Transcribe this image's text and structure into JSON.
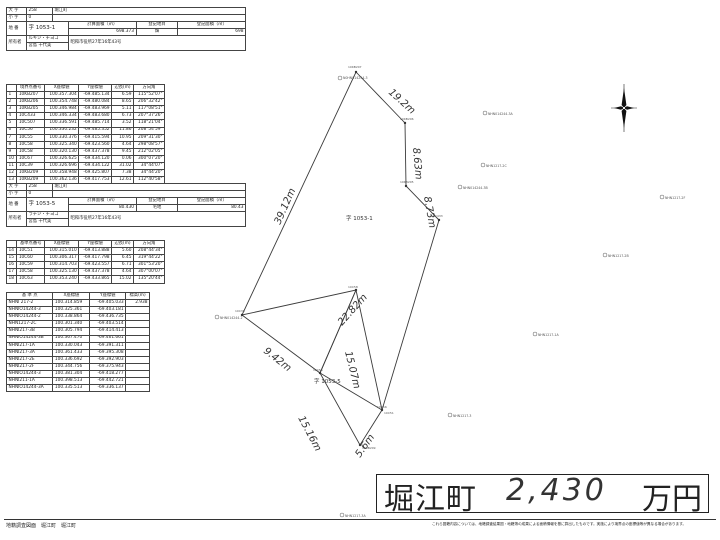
{
  "parcel1": {
    "oaza": {
      "label": "大 字",
      "code": "258",
      "name": "堀江町"
    },
    "koaza": {
      "label": "小 字",
      "code": "0"
    },
    "chiban_label": "地 番",
    "chiban": "字 1053-1",
    "area_label": "計算面積（㎡）",
    "area": "698.373",
    "chimoku_label": "登記地目",
    "chimoku": "畑",
    "reg_area_label": "登記面積（㎡）",
    "reg_area": "698",
    "kana": "ルキジ・チヨコ",
    "owner_label": "所有者",
    "owner": "宮島  千代美",
    "note": "昭和市役所27年16年43号",
    "headers": [
      "",
      "境界点番号",
      "X座標値",
      "Y座標値",
      "辺長(m)",
      "方向角"
    ],
    "rows": [
      [
        "1",
        "10KB207",
        "100.357.304",
        "-69.485.134",
        "6.59",
        "115°52'07\""
      ],
      [
        "2",
        "10KB206",
        "100.354.748",
        "-69.480.084",
        "8.65",
        "206°32'42\""
      ],
      [
        "3",
        "10KB205",
        "100.346.984",
        "-69.483.969",
        "5.11",
        "117°08'51\""
      ],
      [
        "4",
        "10C433",
        "100.346.334",
        "-69.483.680",
        "6.73",
        "207°37'26\""
      ],
      [
        "5",
        "10C507",
        "100.336.591",
        "-69.485.714",
        "3.52",
        "118°21'04\""
      ],
      [
        "6",
        "10C56",
        "100.330.232",
        "-69.485.352",
        "11.86",
        "208°54'59\""
      ],
      [
        "7",
        "10C55",
        "100.330.376",
        "-69.415.594",
        "10.95",
        "209°31'30\""
      ],
      [
        "8",
        "10C58",
        "100.325.340",
        "-69.423.560",
        "4.64",
        "298°08'57\""
      ],
      [
        "9",
        "10C58",
        "100.320.130",
        "-69.437.378",
        "9.45",
        "212°02'05\""
      ],
      [
        "10",
        "10C67",
        "100.326.625",
        "-69.434.120",
        "0.06",
        "300°07'20\""
      ],
      [
        "11",
        "10C39",
        "100.326.696",
        "-69.434.122",
        "31.02",
        "34°44'07\""
      ],
      [
        "12",
        "10KB209",
        "100.358.948",
        "-69.425.807",
        "7.38",
        "34°44'20\""
      ],
      [
        "13",
        "10KB209",
        "100.362.136",
        "-69.417.753",
        "12.61",
        "112°40'58\""
      ]
    ]
  },
  "parcel2": {
    "oaza": {
      "label": "大 字",
      "code": "258",
      "name": "堀江町"
    },
    "koaza": {
      "label": "小 字",
      "code": "0"
    },
    "chiban_label": "地 番",
    "chiban": "字 1053-5",
    "area_label": "計算面積（㎡）",
    "area": "80.430",
    "chimoku_label": "登記地目",
    "chimoku": "宅地",
    "reg_area_label": "登記面積（㎡）",
    "reg_area": "80.43",
    "note": "昭和市役所27年16年43号",
    "kana": "ラチジ・チヨコ",
    "owner_label": "所有者",
    "owner": "宮島  千代美",
    "headers": [
      "",
      "基準点番号",
      "X座標値",
      "Y座標値",
      "辺長(m)",
      "方向角"
    ],
    "rows": [
      [
        "14",
        "10C51",
        "100.315.010",
        "-69.413.888",
        "5.60",
        "208°44'34\""
      ],
      [
        "15",
        "10C60",
        "100.306.317",
        "-69.417.798",
        "6.45",
        "319°44'22\""
      ],
      [
        "16",
        "10C59",
        "100.314.703",
        "-69.423.557",
        "6.71",
        "301°53'20\""
      ],
      [
        "17",
        "10C58",
        "100.325.130",
        "-69.437.378",
        "4.64",
        "307°00'07\""
      ],
      [
        "18",
        "10C63",
        "100.353.240",
        "-69.433.865",
        "15.02",
        "135°20'44\""
      ]
    ]
  },
  "control": {
    "headers": [
      "基 準 点",
      "X座標値",
      "Y座標値",
      "標高(m)"
    ],
    "rows": [
      [
        "NHNI 217-2",
        "100.314.859",
        "-69.405.033",
        "2.938"
      ],
      [
        "NHNIO14244-3",
        "100.325.361",
        "-69.403.181",
        ""
      ],
      [
        "NHNIO14244-2",
        "100.338.864",
        "-69.436.735",
        ""
      ],
      [
        "NHN1217-2C",
        "100.301.340",
        "-69.403.514",
        ""
      ],
      [
        "NHNI217-3B",
        "100.305.794",
        "-69.414.413",
        ""
      ],
      [
        "NHNIO14244-3B",
        "100.367.470",
        "-69.461.661",
        ""
      ],
      [
        "NHNI217-1A",
        "100.330.043",
        "-69.391.311",
        ""
      ],
      [
        "NHNI217-3A",
        "100.361.433",
        "-69.395.308",
        ""
      ],
      [
        "NHNI217-2E",
        "100.336.692",
        "-69.392.903",
        ""
      ],
      [
        "NHNI217-2F",
        "100.344.756",
        "-69.375.943",
        ""
      ],
      [
        "NHNIO14244-3",
        "100.381.304",
        "-69.418.277",
        ""
      ],
      [
        "NHNI211-1A",
        "100.398.513",
        "-69.442.721",
        ""
      ],
      [
        "NHNIO14244-3A",
        "100.335.513",
        "-69.336.137",
        ""
      ]
    ]
  },
  "plot": {
    "parcel_label_main": "字 1053-1",
    "parcel_label_small": "字 1053-5",
    "edge_labels": [
      "19.2m",
      "8.63m",
      "8.73m",
      "39.12m",
      "22.82m",
      "15.07m",
      "9.42m",
      "15.16m",
      "5.6m"
    ],
    "point_labels": [
      "N0HN014244-3",
      "NHN014244-3A",
      "NHN014244-3B",
      "NHN1217-2F",
      "NHN1217-2B",
      "NHN1217-1A",
      "NHN1217-3",
      "NHN1217-3A",
      "NHN014244-2",
      "NHN1217-2C"
    ],
    "vertex_labels": [
      "10KB207",
      "10KB206",
      "10KB205",
      "10C433",
      "10C56",
      "10C55",
      "10C58",
      "10C39",
      "10KB209",
      "10C51"
    ]
  },
  "footer": {
    "town_name": "堀江町",
    "price": "2,430",
    "unit": "万円",
    "left_note": "地籍調査図面　堀江町　堀江町",
    "right_note": "これら図籍内容については、地籍調査結果図・地籍簿の成果による面積情報を基に算出したものです。実施により境界点の座標値等が異なる場合があります。"
  },
  "colors": {
    "line": "#3b3b3b",
    "box": "#222222"
  },
  "icons": {
    "compass": "north-arrow-icon"
  }
}
